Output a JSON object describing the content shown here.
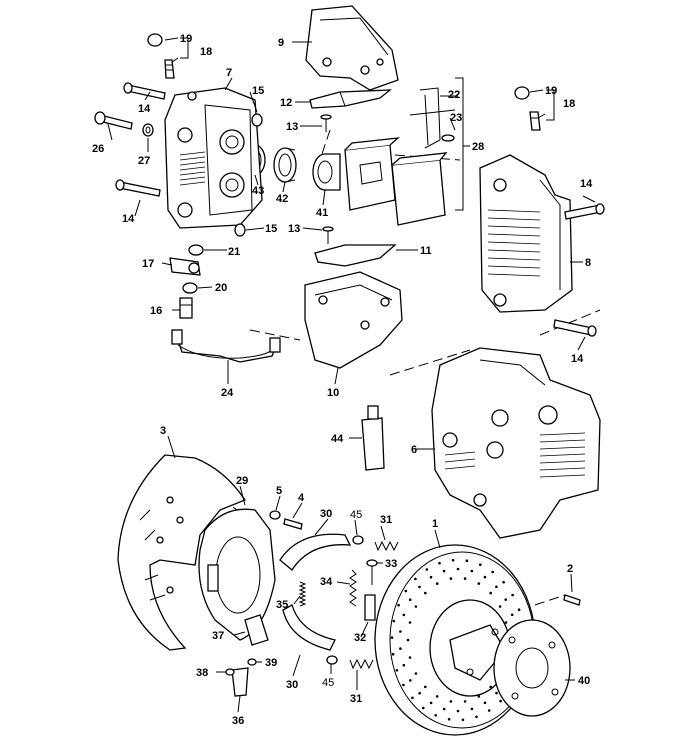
{
  "diagram": {
    "callouts": [
      {
        "id": "c1",
        "text": "1"
      },
      {
        "id": "c2",
        "text": "2"
      },
      {
        "id": "c3",
        "text": "3"
      },
      {
        "id": "c4",
        "text": "4"
      },
      {
        "id": "c5",
        "text": "5"
      },
      {
        "id": "c6",
        "text": "6"
      },
      {
        "id": "c7",
        "text": "7"
      },
      {
        "id": "c8",
        "text": "8"
      },
      {
        "id": "c9",
        "text": "9"
      },
      {
        "id": "c10",
        "text": "10"
      },
      {
        "id": "c11",
        "text": "11"
      },
      {
        "id": "c12",
        "text": "12"
      },
      {
        "id": "c13a",
        "text": "13"
      },
      {
        "id": "c13b",
        "text": "13"
      },
      {
        "id": "c14a",
        "text": "14"
      },
      {
        "id": "c14b",
        "text": "14"
      },
      {
        "id": "c14c",
        "text": "14"
      },
      {
        "id": "c14d",
        "text": "14"
      },
      {
        "id": "c15a",
        "text": "15"
      },
      {
        "id": "c15b",
        "text": "15"
      },
      {
        "id": "c16",
        "text": "16"
      },
      {
        "id": "c17",
        "text": "17"
      },
      {
        "id": "c18a",
        "text": "18"
      },
      {
        "id": "c18b",
        "text": "18"
      },
      {
        "id": "c19a",
        "text": "19"
      },
      {
        "id": "c19b",
        "text": "19"
      },
      {
        "id": "c20",
        "text": "20"
      },
      {
        "id": "c21",
        "text": "21"
      },
      {
        "id": "c22",
        "text": "22"
      },
      {
        "id": "c23",
        "text": "23"
      },
      {
        "id": "c24",
        "text": "24"
      },
      {
        "id": "c26",
        "text": "26"
      },
      {
        "id": "c27",
        "text": "27"
      },
      {
        "id": "c28",
        "text": "28"
      },
      {
        "id": "c29",
        "text": "29"
      },
      {
        "id": "c30a",
        "text": "30"
      },
      {
        "id": "c30b",
        "text": "30"
      },
      {
        "id": "c31a",
        "text": "31"
      },
      {
        "id": "c31b",
        "text": "31"
      },
      {
        "id": "c32",
        "text": "32"
      },
      {
        "id": "c33",
        "text": "33"
      },
      {
        "id": "c34",
        "text": "34"
      },
      {
        "id": "c35",
        "text": "35"
      },
      {
        "id": "c36",
        "text": "36"
      },
      {
        "id": "c37",
        "text": "37"
      },
      {
        "id": "c38",
        "text": "38"
      },
      {
        "id": "c39",
        "text": "39"
      },
      {
        "id": "c40",
        "text": "40"
      },
      {
        "id": "c41",
        "text": "41"
      },
      {
        "id": "c42",
        "text": "42"
      },
      {
        "id": "c43",
        "text": "43"
      },
      {
        "id": "c44",
        "text": "44"
      },
      {
        "id": "c45a",
        "text": "45"
      },
      {
        "id": "c45b",
        "text": "45"
      }
    ]
  }
}
